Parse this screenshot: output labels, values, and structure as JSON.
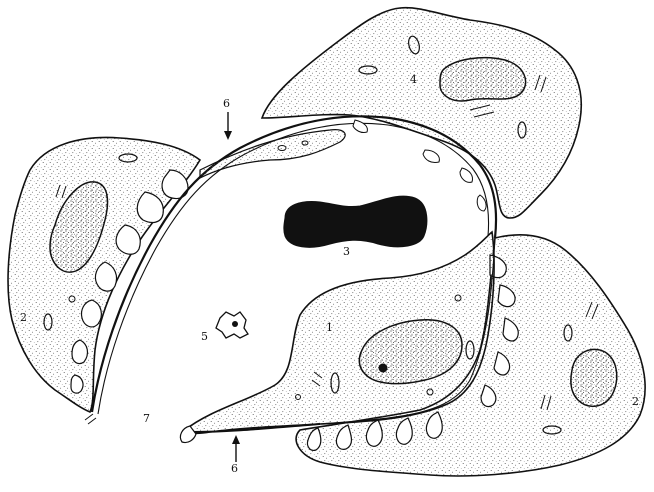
{
  "figure": {
    "labels": {
      "cell_1": "1",
      "cell_2_left": "2",
      "cell_2_right": "2",
      "nucleus_3": "3",
      "cell_4": "4",
      "particle_5": "5",
      "label_6_top": "6",
      "label_6_bottom": "6",
      "lumen_7": "7"
    },
    "colors": {
      "ink": "#111111",
      "cytoplasm": "#f2f2f2",
      "stipple": "#555555",
      "background": "#ffffff"
    }
  }
}
